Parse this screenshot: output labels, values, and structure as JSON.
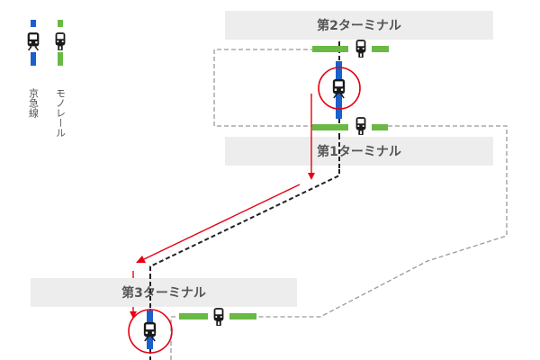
{
  "legend": {
    "keikyu_label": "京急線",
    "monorail_label": "モノレール"
  },
  "terminals": {
    "t2": "第2ターミナル",
    "t1": "第1ターミナル",
    "t3": "第3ターミナル"
  },
  "colors": {
    "keikyu_blue": "#1a5fcc",
    "monorail_green": "#69b944",
    "highlight_red": "#e60012",
    "terminal_bg": "#ededed"
  },
  "icons": {
    "train": "train-icon",
    "monorail": "monorail-icon"
  }
}
